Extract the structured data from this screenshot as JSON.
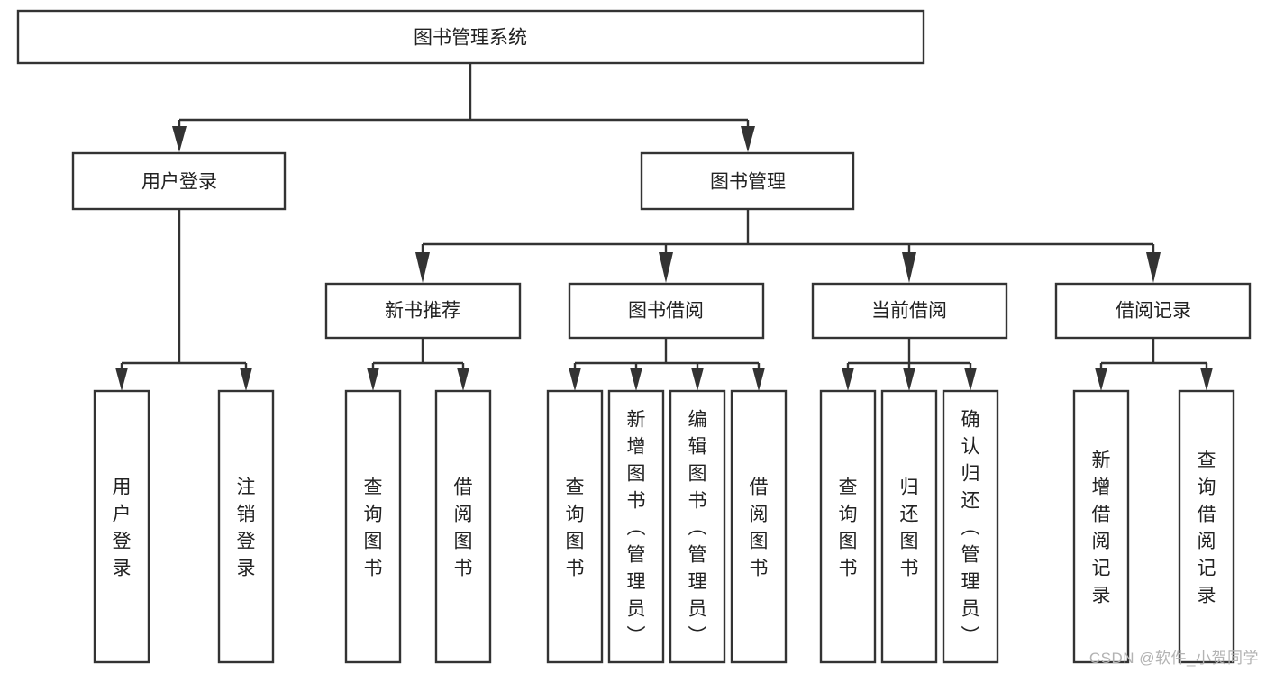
{
  "diagram": {
    "title": "图书管理系统",
    "type": "tree-hierarchy-flowchart",
    "orientation": "top-down",
    "watermark": "CSDN @软件_小贺同学",
    "colors": {
      "stroke": "#333333",
      "fill": "#ffffff",
      "text": "#222222",
      "watermark": "#b3b3b3",
      "background": "#ffffff"
    },
    "levels": [
      {
        "level": 1,
        "nodes": [
          {
            "id": "root",
            "label": "图书管理系统",
            "text_orientation": "horizontal"
          }
        ]
      },
      {
        "level": 2,
        "nodes": [
          {
            "id": "login",
            "label": "用户登录",
            "text_orientation": "horizontal",
            "parent": "root"
          },
          {
            "id": "bookmgmt",
            "label": "图书管理",
            "text_orientation": "horizontal",
            "parent": "root"
          }
        ]
      },
      {
        "level": 3,
        "nodes": [
          {
            "id": "newbook",
            "label": "新书推荐",
            "text_orientation": "horizontal",
            "parent": "bookmgmt"
          },
          {
            "id": "borrow",
            "label": "图书借阅",
            "text_orientation": "horizontal",
            "parent": "bookmgmt"
          },
          {
            "id": "current",
            "label": "当前借阅",
            "text_orientation": "horizontal",
            "parent": "bookmgmt"
          },
          {
            "id": "records",
            "label": "借阅记录",
            "text_orientation": "horizontal",
            "parent": "bookmgmt"
          }
        ]
      },
      {
        "level": 4,
        "nodes": [
          {
            "id": "leaf-1",
            "label": "用户登录",
            "text_orientation": "vertical",
            "parent": "login"
          },
          {
            "id": "leaf-2",
            "label": "注销登录",
            "text_orientation": "vertical",
            "parent": "login"
          },
          {
            "id": "leaf-3",
            "label": "查询图书",
            "text_orientation": "vertical",
            "parent": "newbook"
          },
          {
            "id": "leaf-4",
            "label": "借阅图书",
            "text_orientation": "vertical",
            "parent": "newbook"
          },
          {
            "id": "leaf-5",
            "label": "查询图书",
            "text_orientation": "vertical",
            "parent": "borrow"
          },
          {
            "id": "leaf-6",
            "label": "新增图书（管理员）",
            "text_orientation": "vertical",
            "parent": "borrow"
          },
          {
            "id": "leaf-7",
            "label": "编辑图书（管理员）",
            "text_orientation": "vertical",
            "parent": "borrow"
          },
          {
            "id": "leaf-8",
            "label": "借阅图书",
            "text_orientation": "vertical",
            "parent": "borrow"
          },
          {
            "id": "leaf-9",
            "label": "查询图书",
            "text_orientation": "vertical",
            "parent": "current"
          },
          {
            "id": "leaf-10",
            "label": "归还图书",
            "text_orientation": "vertical",
            "parent": "current"
          },
          {
            "id": "leaf-11",
            "label": "确认归还（管理员）",
            "text_orientation": "vertical",
            "parent": "current"
          },
          {
            "id": "leaf-12",
            "label": "新增借阅记录",
            "text_orientation": "vertical",
            "parent": "records"
          },
          {
            "id": "leaf-13",
            "label": "查询借阅记录",
            "text_orientation": "vertical",
            "parent": "records"
          }
        ]
      }
    ]
  }
}
